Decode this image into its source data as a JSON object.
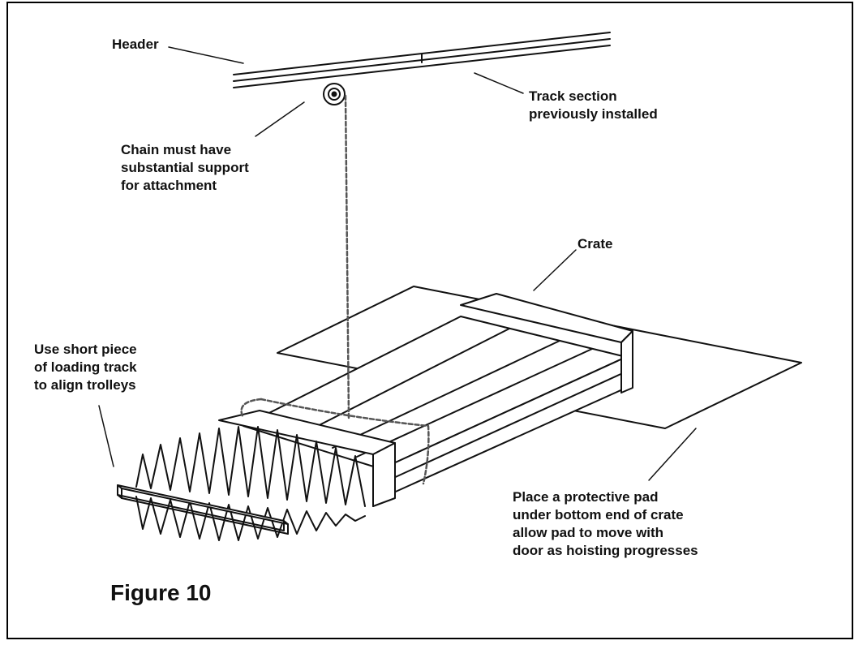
{
  "labels": {
    "header": "Header",
    "track_section": "Track section\npreviously installed",
    "chain_support": "Chain must have\nsubstantial support\nfor attachment",
    "crate": "Crate",
    "loading_track": "Use short piece\nof loading track\nto align trolleys",
    "protective_pad": "Place a protective pad\nunder bottom end of crate\nallow pad to move with\ndoor as hoisting progresses"
  },
  "figure_caption": "Figure 10",
  "colors": {
    "line": "#111111",
    "chain": "#555555",
    "background": "#ffffff"
  }
}
